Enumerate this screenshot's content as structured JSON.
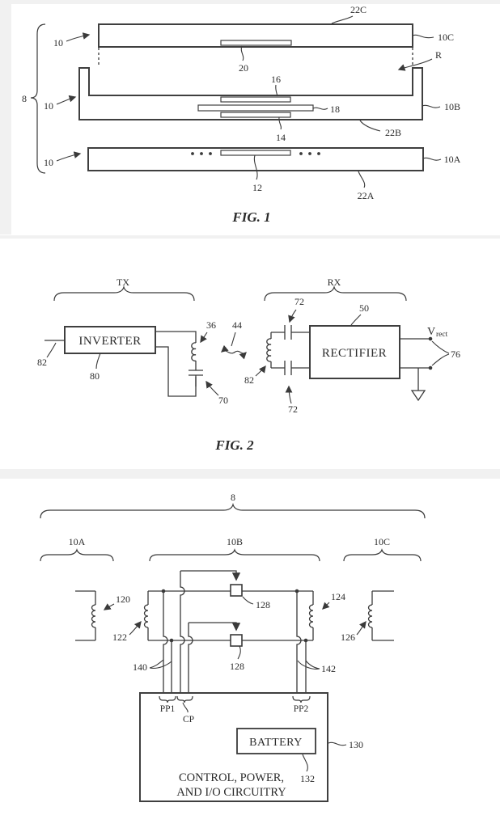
{
  "fig1": {
    "caption": "FIG. 1",
    "refs": {
      "r8": "8",
      "r10": "10",
      "r20": "20",
      "r22C": "22C",
      "r10C": "10C",
      "rR": "R",
      "r16": "16",
      "r18": "18",
      "r14": "14",
      "r10B": "10B",
      "r22B": "22B",
      "r12": "12",
      "r10A": "10A",
      "r22A": "22A"
    }
  },
  "fig2": {
    "caption": "FIG. 2",
    "tx_label": "TX",
    "rx_label": "RX",
    "inverter": "INVERTER",
    "rectifier": "RECTIFIER",
    "vrect_main": "V",
    "vrect_sub": "rect",
    "refs": {
      "r82": "82",
      "r80": "80",
      "r36": "36",
      "r44": "44",
      "r70": "70",
      "r72": "72",
      "r50": "50",
      "r76": "76"
    }
  },
  "fig3": {
    "pp1": "PP1",
    "cp": "CP",
    "pp2": "PP2",
    "battery": "BATTERY",
    "circuitry_line1": "CONTROL, POWER,",
    "circuitry_line2": "AND I/O CIRCUITRY",
    "refs": {
      "r8": "8",
      "r10A": "10A",
      "r10B": "10B",
      "r10C": "10C",
      "r120": "120",
      "r122": "122",
      "r124": "124",
      "r126": "126",
      "r128": "128",
      "r140": "140",
      "r142": "142",
      "r130": "130",
      "r132": "132"
    }
  }
}
